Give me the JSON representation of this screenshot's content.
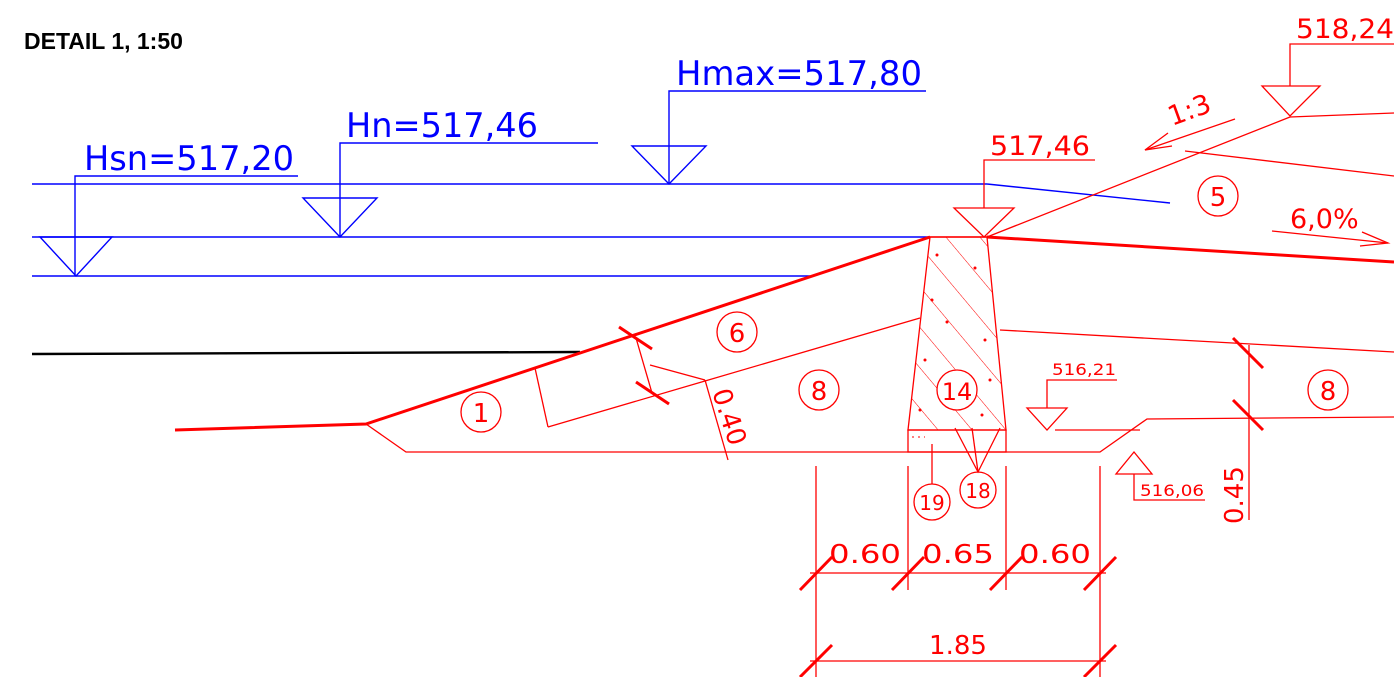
{
  "title": "DETAIL 1, 1:50",
  "colors": {
    "water": "#0000ff",
    "structure": "#ff0000",
    "ground": "#000000"
  },
  "water_levels": [
    {
      "label": "Hsn=517,20"
    },
    {
      "label": "Hn=517,46"
    },
    {
      "label": "Hmax=517,80"
    }
  ],
  "elevations": {
    "crest": "517,46",
    "top_right": "518,24",
    "mid": "516,21",
    "bottom": "516,06"
  },
  "slopes": {
    "embankment": "1:3",
    "crest_fall": "6,0%"
  },
  "layers": [
    "1",
    "6",
    "8",
    "14",
    "5",
    "8",
    "19",
    "18"
  ],
  "dimensions": {
    "layer_thickness": "0.40",
    "step_height": "0.45",
    "left_offset": "0.60",
    "wall_width": "0.65",
    "right_offset": "0.60",
    "total_width": "1.85"
  }
}
